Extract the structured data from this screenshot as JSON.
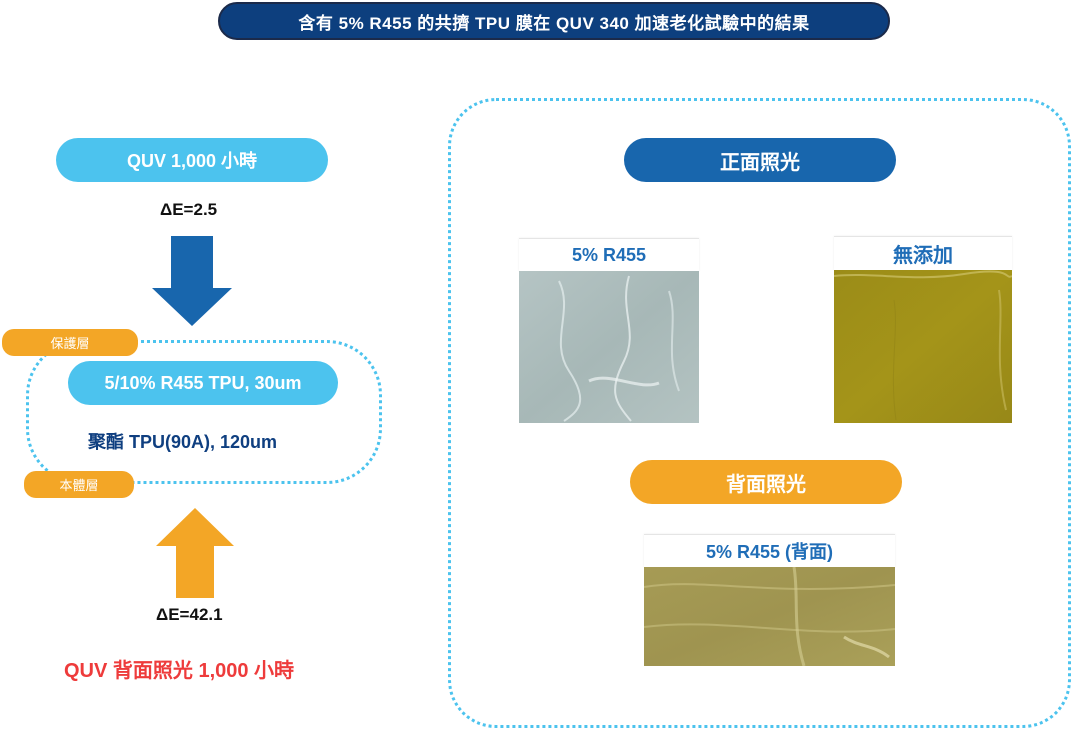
{
  "title": "含有 5% R455 的共擠 TPU 膜在 QUV 340 加速老化試驗中的結果",
  "left": {
    "quv_front_label": "QUV 1,000 小時",
    "delta_top": "ΔE=2.5",
    "protective_layer_tag": "保護層",
    "top_layer_label": "5/10%  R455 TPU, 30um",
    "body_layer_label": "聚酯 TPU(90A), 120um",
    "body_layer_tag": "本體層",
    "delta_bottom": "ΔE=42.1",
    "quv_back_label": "QUV  背面照光  1,000 小時"
  },
  "right": {
    "front_light_label": "正面照光",
    "sample1_label": "5% R455",
    "sample2_label": "無添加",
    "back_light_label": "背面照光",
    "sample3_label": "5% R455 (背面)"
  },
  "colors": {
    "navy": "#0d3f7e",
    "cyan": "#4cc3ee",
    "blue": "#1866ad",
    "orange": "#f3a626",
    "red": "#ee3b3b",
    "dotted_border": "#4cc3ee"
  }
}
